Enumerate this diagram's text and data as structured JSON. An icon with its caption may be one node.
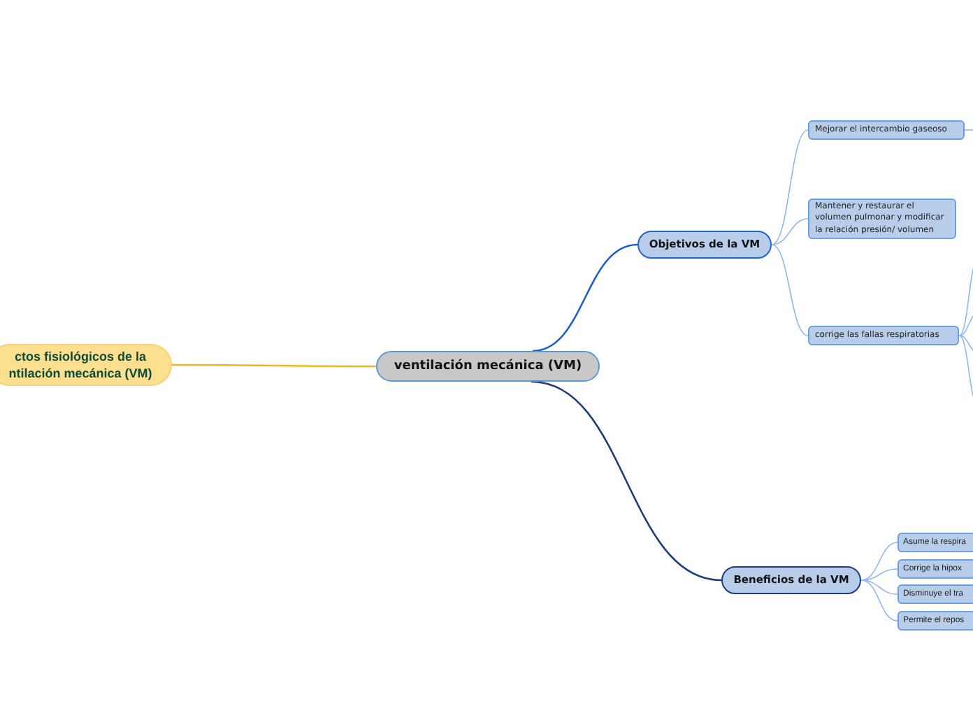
{
  "diagram": {
    "nodes": [
      {
        "text": [
          "ventilación mecánica (VM)"
        ]
      },
      {
        "text": [
          "ctos fisiológicos de la ntilación mecánica (VM)"
        ]
      },
      {
        "text": [
          "Objetivos de la VM"
        ]
      },
      {
        "text": [
          "Mejorar el intercambio gaseoso"
        ]
      },
      {
        "text": [
          "Mantener y restaurar el volumen pulmonar y modificar la relación presión/ volumen"
        ]
      },
      {
        "text": [
          "corrige las fallas respiratorias"
        ]
      },
      {
        "text": [
          "Beneficios de la VM"
        ]
      },
      {
        "text": [
          "Asume la respira"
        ]
      },
      {
        "text": [
          "Corrige la hipox"
        ]
      },
      {
        "text": [
          "Disminuye el tra"
        ]
      },
      {
        "text": [
          "Permite el repos"
        ]
      }
    ],
    "edges": [
      {
        "from": 0,
        "to": 1,
        "arrow": "none",
        "color": "#f0b429"
      },
      {
        "from": 0,
        "to": 2,
        "arrow": "none",
        "color": "#1a5fd0"
      },
      {
        "from": 0,
        "to": 6,
        "arrow": "none",
        "color": "#1f3d7a"
      },
      {
        "from": 2,
        "to": 3,
        "arrow": "none"
      },
      {
        "from": 2,
        "to": 4,
        "arrow": "none"
      },
      {
        "from": 2,
        "to": 5,
        "arrow": "none"
      },
      {
        "from": 3,
        "to": null,
        "arrow": "none"
      },
      {
        "from": 5,
        "to": null,
        "arrow": "none"
      },
      {
        "from": 5,
        "to": null,
        "arrow": "none"
      },
      {
        "from": 5,
        "to": null,
        "arrow": "none"
      },
      {
        "from": 5,
        "to": null,
        "arrow": "none"
      },
      {
        "from": 6,
        "to": 7,
        "arrow": "none"
      },
      {
        "from": 6,
        "to": 8,
        "arrow": "none"
      },
      {
        "from": 6,
        "to": 9,
        "arrow": "none"
      },
      {
        "from": 6,
        "to": 10,
        "arrow": "none"
      }
    ]
  }
}
